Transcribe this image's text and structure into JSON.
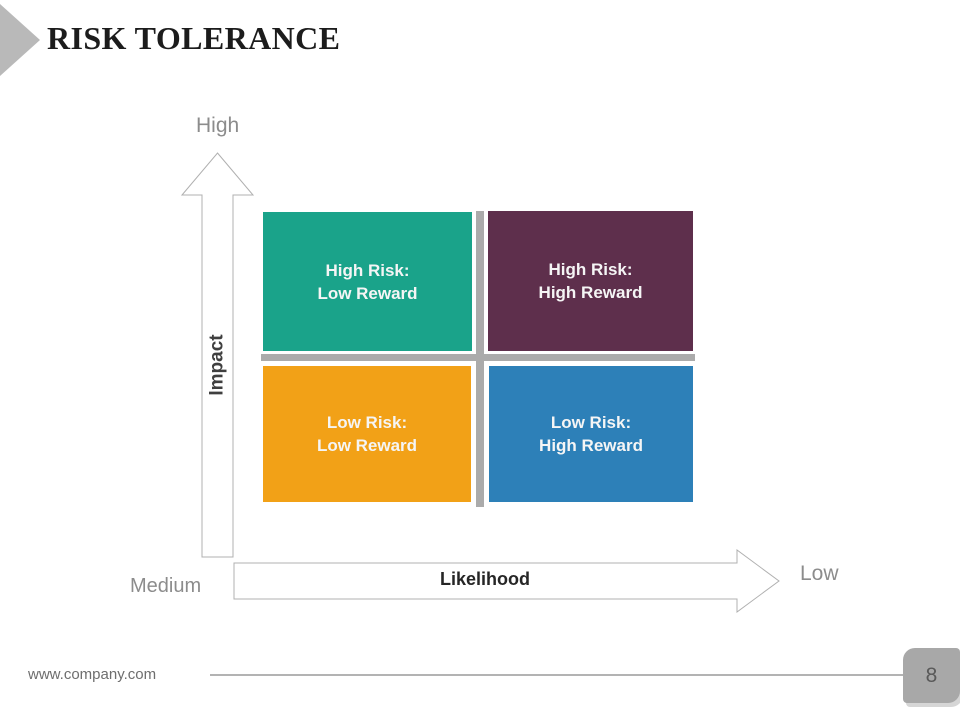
{
  "slide": {
    "title": "RISK TOLERANCE",
    "footer": {
      "website": "www.company.com",
      "page_number": "8"
    }
  },
  "matrix": {
    "y_axis": {
      "label": "Impact",
      "top_label": "High",
      "origin_label": "Medium"
    },
    "x_axis": {
      "label": "Likelihood",
      "end_label": "Low"
    },
    "quadrants": [
      {
        "position": "top-left",
        "line1": "High Risk:",
        "line2": "Low Reward",
        "color": "#1aa38a"
      },
      {
        "position": "top-right",
        "line1": "High Risk:",
        "line2": "High Reward",
        "color": "#5e2f4c"
      },
      {
        "position": "bottom-left",
        "line1": "Low Risk:",
        "line2": "Low Reward",
        "color": "#f2a117"
      },
      {
        "position": "bottom-right",
        "line1": "Low Risk:",
        "line2": "High Reward",
        "color": "#2d80b8"
      }
    ],
    "divider_color": "#ababab",
    "arrow_outline_color": "#b0b0b0",
    "arrow_fill_color": "#ffffff"
  },
  "colors": {
    "header_triangle": "#b9b9b9",
    "title_text": "#1c1c1c",
    "axis_label_gray": "#8c8c8c",
    "quadrant_text": "#f5f5f5",
    "footer_badge": "#a8a8a8",
    "footer_text": "#6e6e6e"
  }
}
